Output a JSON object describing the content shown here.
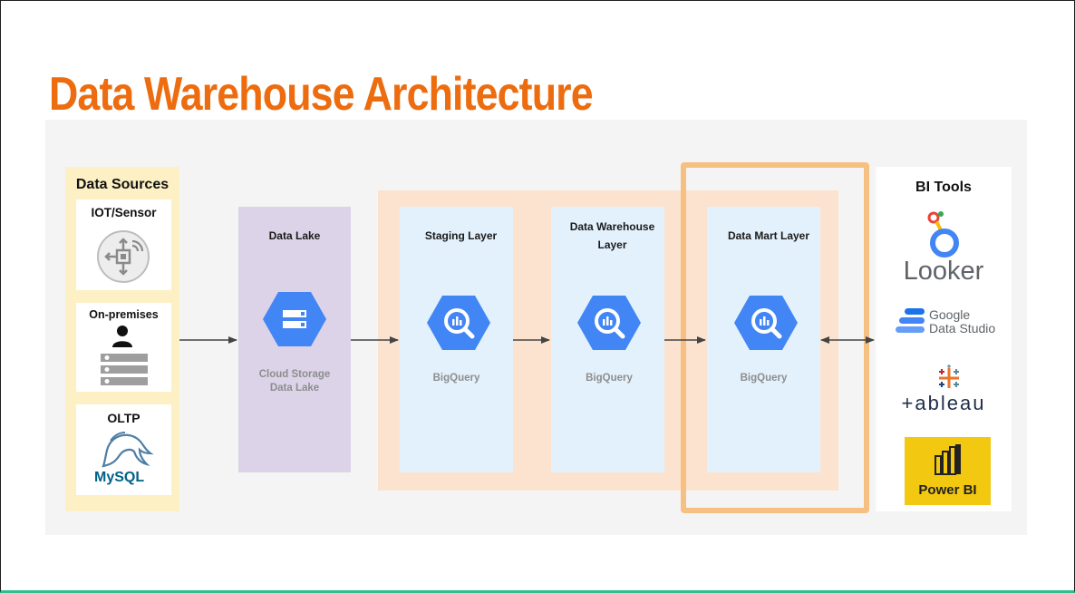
{
  "title": "Data Warehouse Architecture",
  "sources": {
    "title": "Data Sources",
    "items": [
      {
        "label": "IOT/Sensor",
        "icon": "iot-sensor-icon"
      },
      {
        "label": "On-premises",
        "icon": "server-person-icon"
      },
      {
        "label": "OLTP",
        "icon": "mysql-logo",
        "logo_text": "MySQL"
      }
    ]
  },
  "lake": {
    "title": "Data Lake",
    "service_line1": "Cloud Storage",
    "service_line2": "Data Lake",
    "icon": "cloud-storage-icon"
  },
  "layers": [
    {
      "title_line1": "Staging Layer",
      "title_line2": "",
      "service": "BigQuery",
      "icon": "bigquery-icon"
    },
    {
      "title_line1": "Data Warehouse",
      "title_line2": "Layer",
      "service": "BigQuery",
      "icon": "bigquery-icon"
    },
    {
      "title_line1": "Data Mart Layer",
      "title_line2": "",
      "service": "BigQuery",
      "icon": "bigquery-icon"
    }
  ],
  "bi_tools": {
    "title": "BI Tools",
    "items": [
      {
        "name": "Looker",
        "icon": "looker-logo"
      },
      {
        "name_line1": "Google",
        "name_line2": "Data Studio",
        "icon": "google-data-studio-logo"
      },
      {
        "name": "+ableau",
        "icon": "tableau-logo"
      },
      {
        "name": "Power BI",
        "icon": "power-bi-logo"
      }
    ]
  },
  "colors": {
    "title": "#ec6c0f",
    "sources_bg": "#fdf0c5",
    "lake_bg": "#dcd3e8",
    "warehouse_band": "#fbe3cf",
    "mart_frame": "#f6c083",
    "layer_bg": "#e3f1fc",
    "gcp_blue": "#4285f4",
    "powerbi_bg": "#f2c811"
  }
}
